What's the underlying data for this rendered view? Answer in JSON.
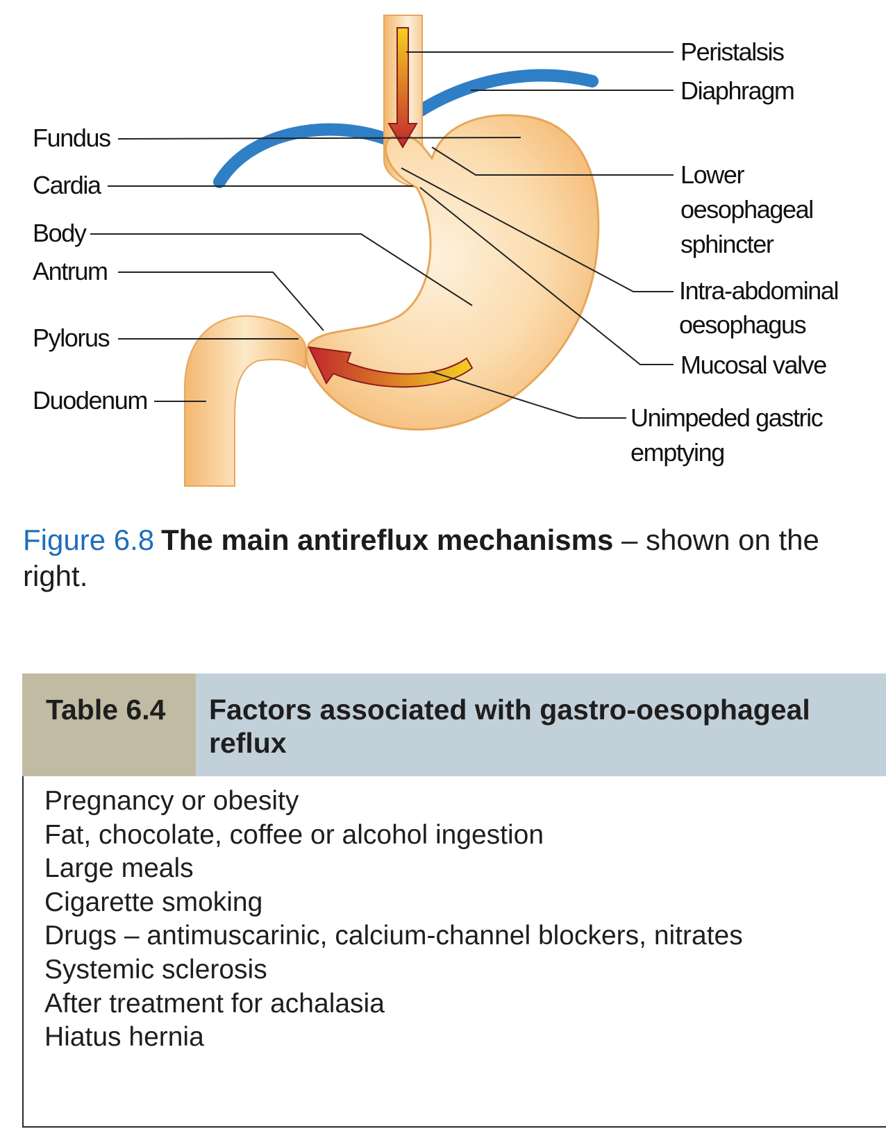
{
  "figure": {
    "labels_left": [
      "Fundus",
      "Cardia",
      "Body",
      "Antrum",
      "Pylorus",
      "Duodenum"
    ],
    "labels_right": {
      "peristalsis": "Peristalsis",
      "diaphragm": "Diaphragm",
      "lower_sphincter": [
        "Lower",
        "oesophageal",
        "sphincter"
      ],
      "intra_abdominal": [
        "Intra-abdominal",
        "oesophagus"
      ],
      "mucosal_valve": "Mucosal valve",
      "gastric_emptying": [
        "Unimpeded gastric",
        "emptying"
      ]
    },
    "colors": {
      "stomach_fill": "#f7c98a",
      "stomach_outline": "#e6a75a",
      "diaphragm": "#2f7fc6",
      "arrow_dark": "#c0272d",
      "arrow_light": "#f5d020"
    }
  },
  "caption": {
    "number": "Figure 6.8",
    "title": "The main antireflux mechanisms",
    "rest": " – shown on the right."
  },
  "table": {
    "number": "Table 6.4",
    "title": "Factors associated with gastro-oesophageal reflux",
    "header_colors": {
      "number_bg": "#c0bba2",
      "title_bg": "#c2d0da"
    },
    "items": [
      "Pregnancy or obesity",
      "Fat, chocolate, coffee or alcohol ingestion",
      "Large meals",
      "Cigarette smoking",
      "Drugs – antimuscarinic, calcium-channel blockers, nitrates",
      "Systemic sclerosis",
      "After treatment for achalasia",
      "Hiatus hernia"
    ]
  }
}
